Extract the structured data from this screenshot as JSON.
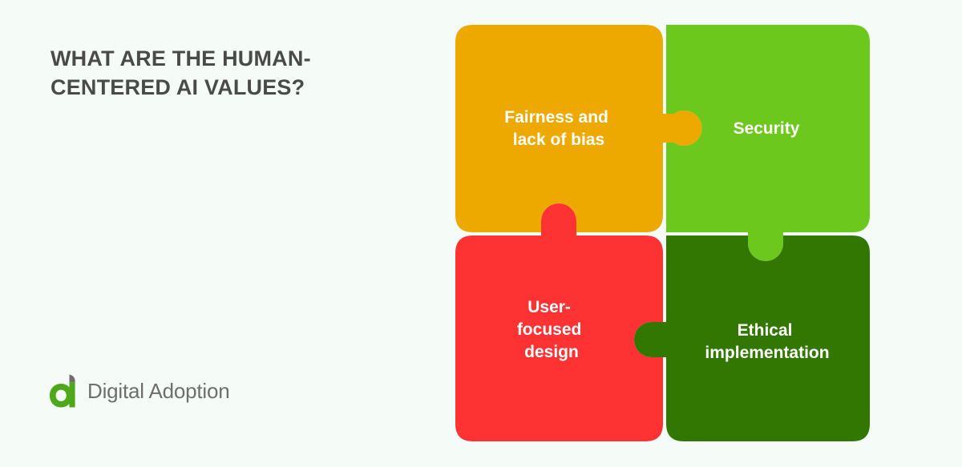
{
  "page": {
    "background_color": "#F5FCF8",
    "heading": "What are the human-centered AI values?"
  },
  "brand": {
    "logo_icon": "digital-adoption-a-mark",
    "logo_text": "Digital Adoption",
    "logo_mark_color": "#4FA81B",
    "logo_accent_color": "#6E6E6E",
    "logo_text_color": "#6E6E6E"
  },
  "diagram": {
    "type": "2x2-jigsaw-puzzle",
    "pieces": [
      {
        "id": "fairness",
        "position": "top-left",
        "color": "#EDA900",
        "lines": [
          "Fairness and",
          "lack of bias"
        ],
        "text_color": "#FFFFFF",
        "connector": "tab-right"
      },
      {
        "id": "security",
        "position": "top-right",
        "color": "#6CC81C",
        "lines": [
          "Security"
        ],
        "text_color": "#FFFFFF",
        "connector": "tab-down"
      },
      {
        "id": "user-focused-design",
        "position": "bottom-left",
        "color": "#FD3333",
        "lines": [
          "User-",
          "focused",
          "design"
        ],
        "text_color": "#FFFFFF",
        "connector": "tab-up"
      },
      {
        "id": "ethical-implementation",
        "position": "bottom-right",
        "color": "#337703",
        "lines": [
          "Ethical",
          "implementation"
        ],
        "text_color": "#FFFFFF",
        "connector": "tab-left"
      }
    ]
  }
}
